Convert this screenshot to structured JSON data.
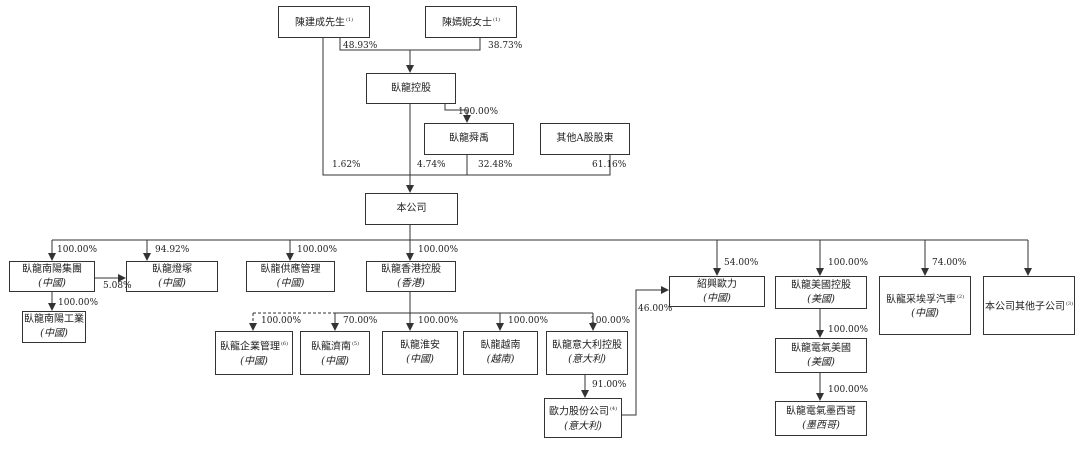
{
  "boxes": {
    "chen_jiancheng": {
      "name": "陳建成先生",
      "note": "(1)"
    },
    "chen_yanni": {
      "name": "陳嫣妮女士",
      "note": "(1)"
    },
    "wolong_holding": {
      "name": "臥龍控股"
    },
    "wolong_shunchang": {
      "name": "臥龍舜禹"
    },
    "other_a_shareholders": {
      "name": "其他A股股東"
    },
    "company": {
      "name": "本公司"
    },
    "wolong_nanyang_group": {
      "name": "臥龍南陽集團",
      "sub": "(中國)"
    },
    "wolong_nanyang_industry": {
      "name": "臥龍南陽工業",
      "sub": "(中國)"
    },
    "wolong_dengjia": {
      "name": "臥龍燈塚",
      "sub": "(中國)"
    },
    "wolong_supply_chain": {
      "name": "臥龍供應管理",
      "sub": "(中國)"
    },
    "wolong_hk_holding": {
      "name": "臥龍香港控股",
      "sub": "(香港)"
    },
    "wolong_enterprise_mgmt": {
      "name": "臥龍企業管理",
      "note": "(6)",
      "sub": "(中國)"
    },
    "wolong_jinan": {
      "name": "臥龍濟南",
      "note": "(5)",
      "sub": "(中國)"
    },
    "wolong_huaian": {
      "name": "臥龍淮安",
      "sub": "(中國)"
    },
    "wolong_vietnam": {
      "name": "臥龍越南",
      "sub": "(越南)"
    },
    "wolong_italy_holding": {
      "name": "臥龍意大利控股",
      "sub": "(意大利)"
    },
    "ouli_shares": {
      "name": "歐力股份公司",
      "note": "(4)",
      "sub": "(意大利)"
    },
    "shaoxing_ouli": {
      "name": "紹興歐力",
      "sub": "(中國)"
    },
    "wolong_us_holding": {
      "name": "臥龍美國控股",
      "sub": "(美國)"
    },
    "wolong_electric_us": {
      "name": "臥龍電氣美國",
      "sub": "(美國)"
    },
    "wolong_electric_mexico": {
      "name": "臥龍電氣墨西哥",
      "sub": "(墨西哥)"
    },
    "wolong_caiyu_auto": {
      "name": "臥龍采埃孚汽車",
      "note": "(2)",
      "sub": "(中國)"
    },
    "other_subsidiaries": {
      "name": "本公司其他子公司",
      "note": "(3)"
    }
  },
  "percentages": {
    "chen_jiancheng_to_holding": "48.93%",
    "chen_yanni_to_holding": "38.73%",
    "holding_to_shunchang": "100.00%",
    "chen_jiancheng_to_company": "1.62%",
    "holding_to_company": "4.74%",
    "shunchang_to_company": "32.48%",
    "other_a_to_company": "61.16%",
    "company_to_nanyang_group": "100.00%",
    "company_to_dengjia": "94.92%",
    "nanyang_group_to_dengjia": "5.08%",
    "company_to_supply_chain": "100.00%",
    "company_to_hk_holding": "100.00%",
    "company_to_shaoxing_ouli": "54.00%",
    "company_to_us_holding": "100.00%",
    "company_to_caiyu_auto": "74.00%",
    "nanyang_group_to_industry": "100.00%",
    "hk_to_enterprise_mgmt": "100.00%",
    "hk_to_jinan": "70.00%",
    "hk_to_huaian": "100.00%",
    "hk_to_vietnam": "100.00%",
    "hk_to_italy_holding": "100.00%",
    "italy_holding_to_ouli": "91.00%",
    "ouli_to_shaoxing_ouli": "46.00%",
    "us_holding_to_electric_us": "100.00%",
    "electric_us_to_mexico": "100.00%"
  }
}
